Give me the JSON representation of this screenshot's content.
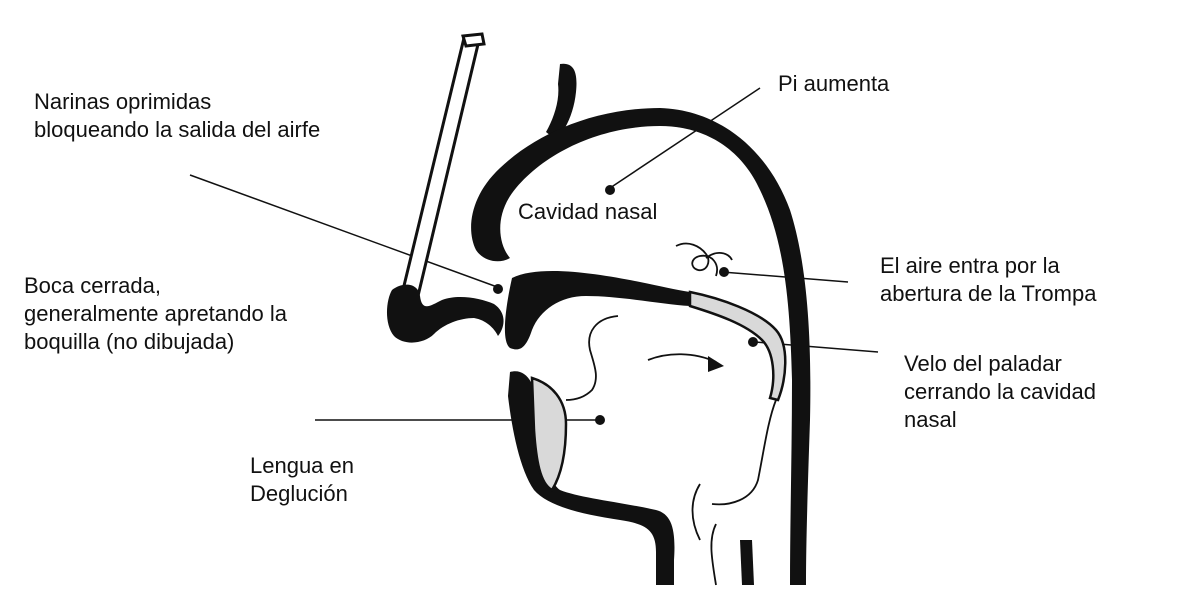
{
  "colors": {
    "ink": "#111111",
    "shade": "#d9d9d9",
    "background": "#ffffff"
  },
  "labels": {
    "narinas": {
      "line1": "Narinas oprimidas",
      "line2": "bloqueando la salida del airfe"
    },
    "pi": {
      "line1": "Pi aumenta"
    },
    "cavidad": {
      "line1": "Cavidad nasal"
    },
    "boca": {
      "line1": "Boca cerrada,",
      "line2": "generalmente apretando la",
      "line3": "boquilla (no dibujada)"
    },
    "aire": {
      "line1": "El aire entra por la",
      "line2": "abertura de la Trompa"
    },
    "velo": {
      "line1": "Velo del paladar",
      "line2": "cerrando la cavidad",
      "line3": "nasal"
    },
    "lengua": {
      "line1": "Lengua en",
      "line2": "Deglución"
    }
  }
}
